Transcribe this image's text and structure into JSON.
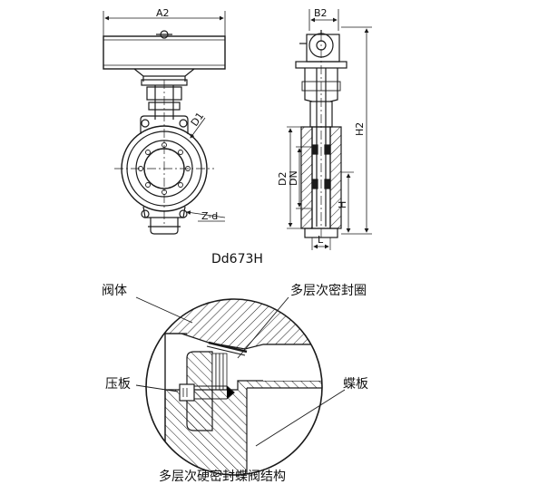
{
  "top_drawing": {
    "model": "Dd673H",
    "front_view": {
      "dim_width": "A2",
      "dim_flange": "D1",
      "dim_holes": "Z-d"
    },
    "side_view": {
      "dim_top": "B2",
      "dim_total_height": "H2",
      "dim_flange_outer": "D2",
      "dim_nominal": "DN",
      "dim_height": "H",
      "dim_length": "L"
    }
  },
  "detail_drawing": {
    "caption": "多层次硬密封蝶阀结构",
    "labels": {
      "body": "阀体",
      "seal_ring": "多层次密封圈",
      "pressure_plate": "压板",
      "disc": "蝶板"
    }
  },
  "colors": {
    "line": "#1a1a1a",
    "background": "#ffffff"
  }
}
